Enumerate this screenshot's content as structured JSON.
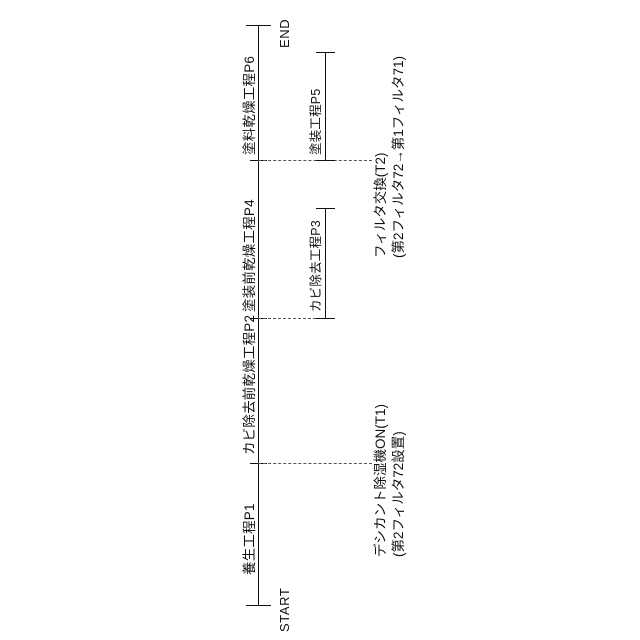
{
  "diagram": {
    "title_note": "process timeline (vertical, read bottom-to-top)",
    "axis": {
      "start_label": "START",
      "end_label": "END"
    },
    "phases": [
      {
        "id": "P1",
        "label": "養生工程P1"
      },
      {
        "id": "P2",
        "label": "カビ除去前乾燥工程P2"
      },
      {
        "id": "P4",
        "label": "塗装前乾燥工程P4"
      },
      {
        "id": "P6",
        "label": "塗料乾燥工程P6"
      }
    ],
    "sub_phases": [
      {
        "id": "P3",
        "label": "カビ除去工程P3"
      },
      {
        "id": "P5",
        "label": "塗装工程P5"
      }
    ],
    "events": [
      {
        "id": "T1",
        "line1": "デシカント除湿機ON(T1)",
        "line2": "(第2フィルタ72設置)"
      },
      {
        "id": "T2",
        "line1": "フィルタ交換(T2)",
        "line2": "(第2フィルタ72→第1フィルタ71)"
      }
    ]
  }
}
